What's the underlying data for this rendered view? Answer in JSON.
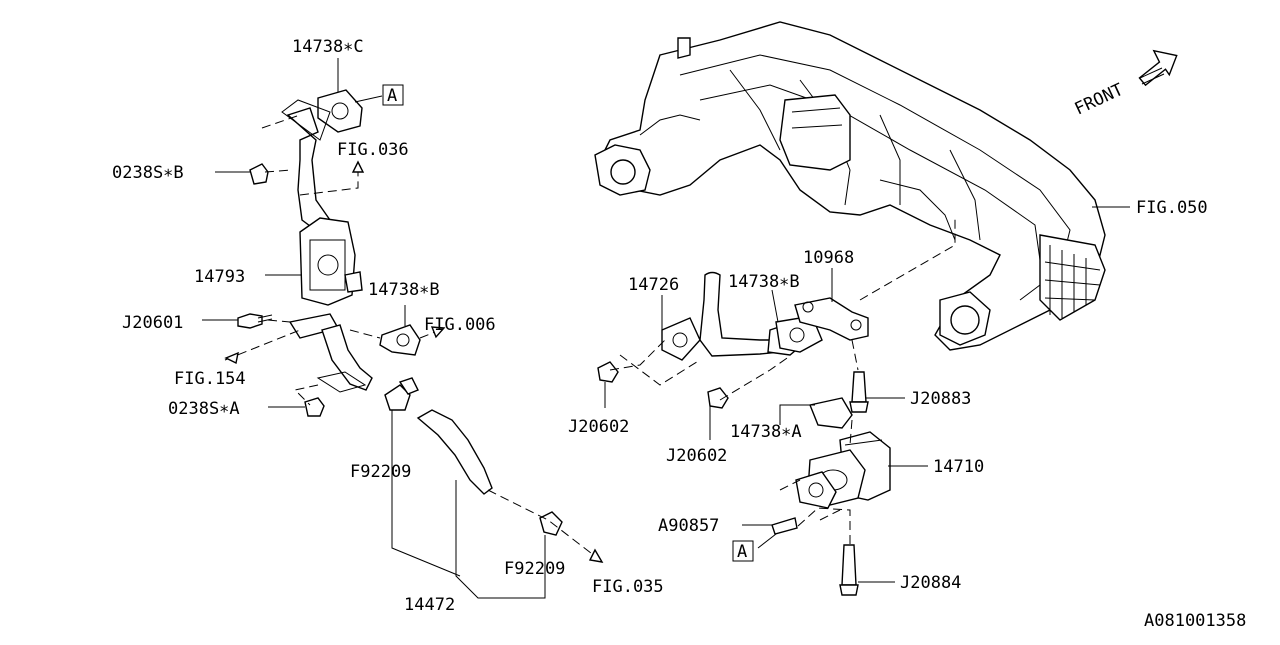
{
  "diagram_id": "A081001358",
  "front_label": "FRONT",
  "labels": {
    "p14738_c": "14738∗C",
    "box_a_top": "A",
    "fig036": "FIG.036",
    "p0238s_b": "0238S∗B",
    "p14793": "14793",
    "p14738_b_left": "14738∗B",
    "fig006": "FIG.006",
    "j20601": "J20601",
    "fig154": "FIG.154",
    "p0238s_a": "0238S∗A",
    "f92209_upper": "F92209",
    "f92209_lower": "F92209",
    "fig035": "FIG.035",
    "p14472": "14472",
    "fig050": "FIG.050",
    "p10968": "10968",
    "p14726": "14726",
    "p14738_b_right": "14738∗B",
    "j20602_left": "J20602",
    "j20602_right": "J20602",
    "j20883": "J20883",
    "p14738_a": "14738∗A",
    "p14710": "14710",
    "a90857": "A90857",
    "box_a_bottom": "A",
    "j20884": "J20884"
  }
}
